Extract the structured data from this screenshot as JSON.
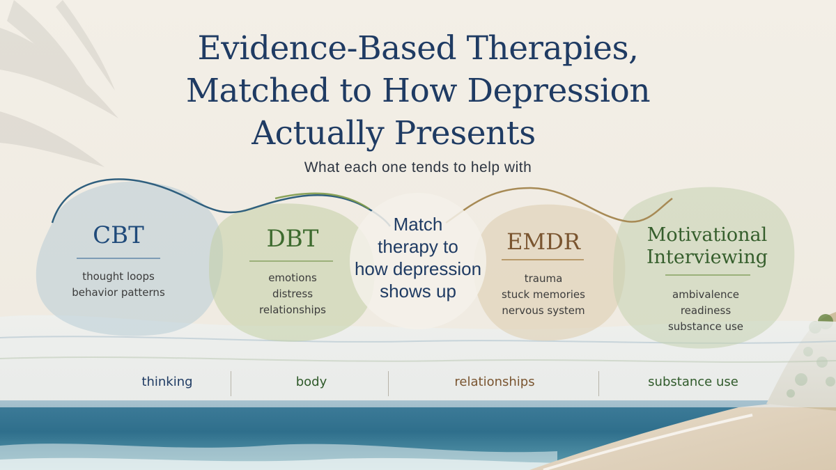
{
  "title_lines": [
    "Evidence-Based Therapies,",
    "Matched to How Depression",
    "Actually Presents"
  ],
  "subtitle": "What each one tends to help with",
  "center_label": [
    "Match",
    "therapy to",
    "how depression",
    "shows up"
  ],
  "therapies": [
    {
      "name": "CBT",
      "color": "#1f4a7a",
      "items": [
        "thought loops",
        "behavior patterns"
      ]
    },
    {
      "name": "DBT",
      "color": "#3e6b2f",
      "items": [
        "emotions",
        "distress",
        "relationships"
      ]
    },
    {
      "name": "EMDR",
      "color": "#7a5530",
      "items": [
        "trauma",
        "stuck memories",
        "nervous system"
      ]
    },
    {
      "name": "Motivational Interviewing",
      "name_lines": [
        "Motivational",
        "Interviewing"
      ],
      "color": "#355e2c",
      "items": [
        "ambivalence",
        "readiness",
        "substance use"
      ]
    }
  ],
  "domains": [
    {
      "label": "thinking",
      "color": "#1f3b63"
    },
    {
      "label": "body",
      "color": "#2f5a2a"
    },
    {
      "label": "relationships",
      "color": "#7a5530"
    },
    {
      "label": "substance use",
      "color": "#2f5a2a"
    }
  ]
}
